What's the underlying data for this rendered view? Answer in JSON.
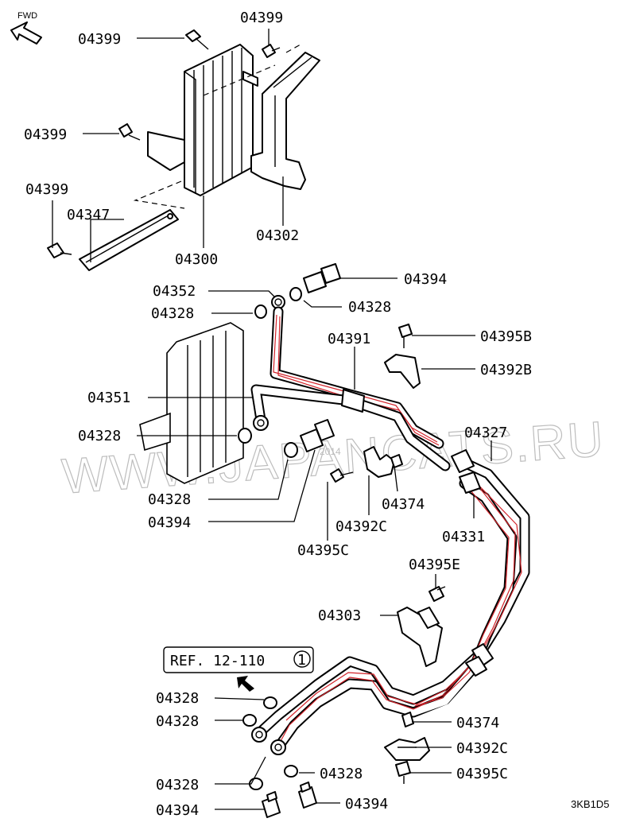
{
  "diagram": {
    "fwd_label": "FWD",
    "ref_label": "REF. 12-110",
    "ref_circle": "1",
    "watermark": "WWW.JAPANCATS.RU",
    "watermark_year": "2014",
    "figure_code": "3KB1D5",
    "callouts": [
      {
        "label": "04399"
      },
      {
        "label": "04399"
      },
      {
        "label": "04399"
      },
      {
        "label": "04399"
      },
      {
        "label": "04347"
      },
      {
        "label": "04300"
      },
      {
        "label": "04302"
      },
      {
        "label": "04352"
      },
      {
        "label": "04394"
      },
      {
        "label": "04328"
      },
      {
        "label": "04328"
      },
      {
        "label": "04391"
      },
      {
        "label": "04395B"
      },
      {
        "label": "04392B"
      },
      {
        "label": "04351"
      },
      {
        "label": "04328"
      },
      {
        "label": "04327"
      },
      {
        "label": "04328"
      },
      {
        "label": "04374"
      },
      {
        "label": "04394"
      },
      {
        "label": "04392C"
      },
      {
        "label": "04331"
      },
      {
        "label": "04395C"
      },
      {
        "label": "04395E"
      },
      {
        "label": "04303"
      },
      {
        "label": "04328"
      },
      {
        "label": "04328"
      },
      {
        "label": "04374"
      },
      {
        "label": "04392C"
      },
      {
        "label": "04328"
      },
      {
        "label": "04395C"
      },
      {
        "label": "04328"
      },
      {
        "label": "04394"
      },
      {
        "label": "04394"
      }
    ]
  }
}
